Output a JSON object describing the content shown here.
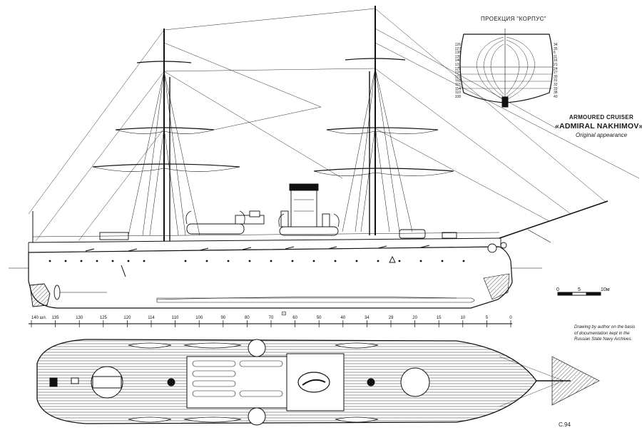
{
  "title": {
    "kicker": "ARMOURED CRUISER",
    "name": "«ADMIRAL NAKHIMOV»",
    "subtitle": "Original appearance"
  },
  "body_plan": {
    "caption": "ПРОЕКЦИЯ \"КОРПУС\"",
    "left_stations": [
      "126",
      "127",
      "138",
      "139",
      "140",
      "132",
      "129",
      "124",
      "121",
      "118",
      "115",
      "114",
      "110",
      "108"
    ],
    "right_stations": [
      "34",
      "35",
      "6",
      "11",
      "16",
      "21",
      "24",
      "27",
      "30",
      "31",
      "32",
      "33",
      "38",
      "40"
    ]
  },
  "scale_bar": {
    "labels": [
      "0",
      "5",
      "10м"
    ]
  },
  "frame_scale": {
    "labels": [
      "140 шп.",
      "135",
      "130",
      "125",
      "120",
      "114",
      "110",
      "100",
      "90",
      "80",
      "70",
      "60",
      "50",
      "40",
      "34",
      "29",
      "20",
      "15",
      "10",
      "5",
      "0"
    ],
    "midship_mark": "⊡"
  },
  "credit": "Drawing by author on the basis of documentation kept in the Russian State Navy Archives.",
  "signature": "С.94"
}
